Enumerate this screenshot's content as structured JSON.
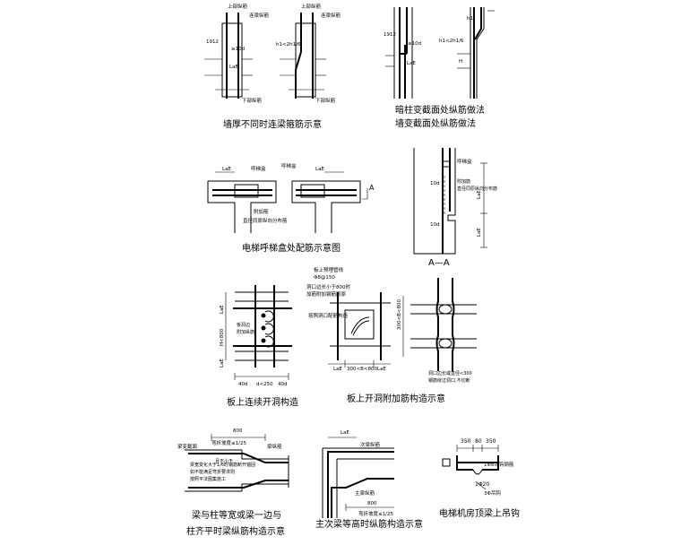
{
  "details": [
    {
      "id": "d1",
      "caption": "墙厚不同时连梁箍筋示意",
      "notes": [
        "上部纵筋",
        "连梁纵筋",
        "上部纵筋",
        "连梁纵筋",
        "1912",
        "≥10d",
        "h1<2h1/6",
        "LaE",
        "下部纵筋",
        "下部纵筋"
      ]
    },
    {
      "id": "d2",
      "caption": "暗柱变截面处纵筋做法",
      "caption2": "墙变截面处纵筋做法",
      "notes": [
        "1912",
        "≥10d",
        "h1<2h1/6",
        "h1",
        "LaE",
        "H"
      ]
    },
    {
      "id": "d3",
      "caption": "电梯呼梯盒处配筋示意图",
      "notes": [
        "LaE",
        "呼梯盒",
        "呼梯盒",
        "LaE",
        "附加筋",
        "直径同原纵向分布筋",
        "A"
      ]
    },
    {
      "id": "d4",
      "caption": "A—A",
      "notes": [
        "呼梯盒",
        "10d",
        "LaE",
        "LaE",
        "附加筋",
        "直径同原纵向分布筋",
        "10d"
      ]
    },
    {
      "id": "d5",
      "caption": "板上连续开洞构造",
      "notes": [
        "LaE",
        "H<800",
        "LaE",
        "板洞边",
        "附加纵筋",
        "40d",
        "d<250",
        "40d"
      ]
    },
    {
      "id": "d6",
      "caption": "板上开洞附加筋构造示意",
      "notes": [
        "板上预埋管线",
        "Φ8@150",
        "洞口边长小于800时",
        "加筋附加钢筋同原",
        "按照洞口配筋构造",
        "LaE",
        "300<B<800",
        "LaE"
      ]
    },
    {
      "id": "d7",
      "caption": "",
      "notes": [
        "300<B<800",
        "洞口边长或直径<300",
        "钢筋绕过洞口,不切断"
      ]
    },
    {
      "id": "d8",
      "caption": "梁与柱等宽或梁一边与",
      "caption2": "柱齐平时梁纵筋构造示意",
      "notes": [
        "800",
        "梁变截面",
        "梁纵筋",
        "弯折坡度≤1/25",
        "梁宽变化大于1/6时钢筋断开锚固",
        "如不能满足弯折要求则",
        "按照平法图集施工",
        "且不小于"
      ]
    },
    {
      "id": "d9",
      "caption": "主次梁等高时纵筋构造示意",
      "notes": [
        "LaE",
        "次梁纵筋",
        "主梁纵筋",
        "800",
        "弯折坡度≤1/25"
      ]
    },
    {
      "id": "d10",
      "caption": "电梯机房顶梁上吊钩",
      "notes": [
        "350",
        "80",
        "350",
        "1Φ20",
        "3Φ吊钩",
        "1Φ8吊钩钢筋"
      ]
    }
  ]
}
